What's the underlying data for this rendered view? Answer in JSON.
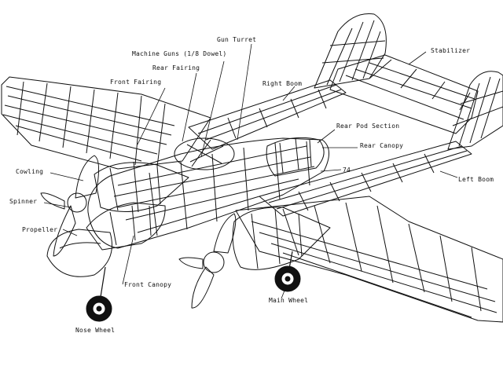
{
  "labels": {
    "gun_turret": "Gun Turret",
    "machine_guns": "Machine Guns (1/8 Dowel)",
    "rear_fairing": "Rear Fairing",
    "front_fairing": "Front Fairing",
    "right_boom": "Right Boom",
    "stabilizer": "Stabilizer",
    "rear_pod_section": "Rear Pod Section",
    "rear_canopy": "Rear Canopy",
    "part_number": "74",
    "left_boom": "Left Boom",
    "cowling": "Cowling",
    "spinner": "Spinner",
    "propeller": "Propeller",
    "front_canopy": "Front Canopy",
    "main_wheel": "Main Wheel",
    "nose_wheel": "Nose Wheel"
  },
  "colors": {
    "ink": "#111111",
    "paper": "#ffffff"
  }
}
